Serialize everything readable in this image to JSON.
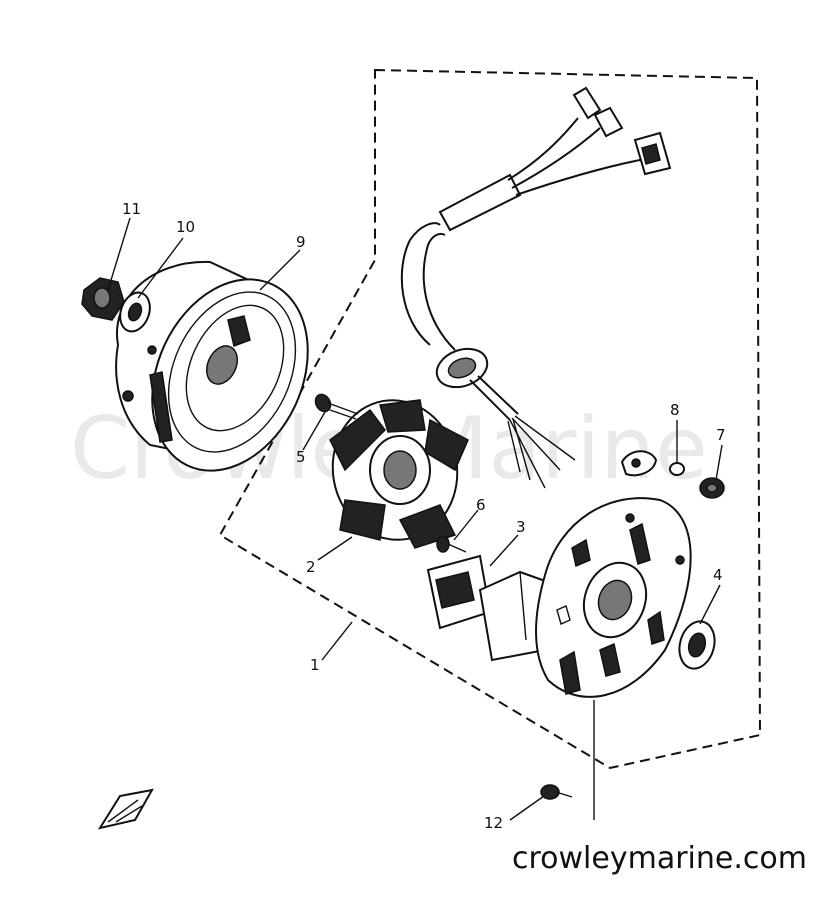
{
  "watermark": "CrowleyMarine",
  "footer": "crowleymarine.com",
  "callouts": {
    "c1": "1",
    "c2": "2",
    "c3": "3",
    "c4": "4",
    "c5": "5",
    "c6": "6",
    "c7": "7",
    "c8": "8",
    "c9": "9",
    "c10": "10",
    "c11": "11",
    "c12": "12"
  }
}
